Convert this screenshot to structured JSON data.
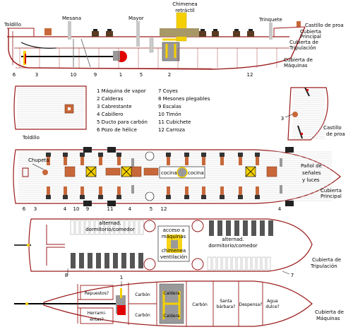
{
  "labels": {
    "chimenea": [
      "Chimenea",
      "retráctil"
    ],
    "toldillo": "Toldillo",
    "mesana": "Mesana",
    "mayor": "Mayor",
    "trinquete": "Trinquete",
    "castillo_top": "Castillo de proa",
    "cub_principal_top": [
      "Cubierta",
      "Principal"
    ],
    "cub_tripulacion_top": [
      "Cubierta de",
      "Tripulación"
    ],
    "cub_maquinas_top": [
      "Cubierta de",
      "Máquinas"
    ],
    "toldillo_plan": "Toldillo",
    "castillo_plan": [
      "Castillo",
      "de proa"
    ],
    "chupeta": "Chupeta",
    "panol": [
      "Pañol de",
      "señales",
      "y luces"
    ],
    "cub_principal": [
      "Cubierta",
      "Principal"
    ],
    "cocina": "cocina",
    "cub_tripulacion": [
      "Cubierta de",
      "Tripulación"
    ],
    "alternad_l": [
      "alternad.",
      "dormitorio/comedor"
    ],
    "alternad_r": [
      "alternad.",
      "dormitorio/comedor"
    ],
    "acceso": [
      "acceso a",
      "máquinas"
    ],
    "chimenea_vent": [
      "chimenea",
      "ventilación"
    ],
    "cub_maquinas": [
      "Cubierta de",
      "Máquinas"
    ],
    "repuestos": "Repuestos?",
    "herramientas": [
      "Herrami-",
      "entas?"
    ],
    "carbon": "Carbón",
    "caldera": "Caldera",
    "santa_barbara": [
      "Santa",
      "bárbara?"
    ],
    "despensa": "Despensa?",
    "agua": [
      "Agua",
      "dulce?"
    ]
  },
  "legend": {
    "left": [
      "1 Máquina de vapor",
      "2 Calderas",
      "3 Cabrestante",
      "4 Cabillero",
      "5 Ducto para carbón",
      "6 Pozo de hélice"
    ],
    "right": [
      "7  Coyes",
      "8  Mesones plegables",
      "9  Escalas",
      "10 Timón",
      "11 Cubichete",
      "12 Carroza"
    ]
  },
  "numbers": {
    "side": [
      "6",
      "3",
      "10",
      "9",
      "1",
      "5",
      "2",
      "12"
    ],
    "principal": [
      "6",
      "3",
      "4",
      "10",
      "9",
      "11",
      "4",
      "5",
      "12",
      "4"
    ],
    "castillo": "3",
    "tripulacion": [
      "8",
      "7"
    ],
    "maquinas": "1"
  },
  "colors": {
    "hull": "#9b1b1b",
    "deck": "#cfcfcf",
    "yellow": "#f5d000",
    "boiler": "#e00000",
    "mast": "#a89868",
    "beam": "#222222",
    "cabillero": "#c8683a",
    "machinery": "#999999"
  }
}
